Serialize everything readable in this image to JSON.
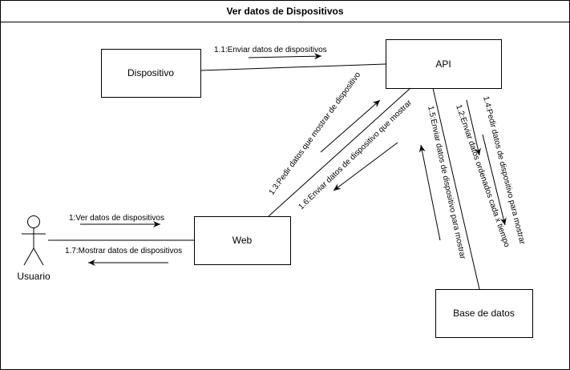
{
  "title": "Ver datos de Dispositivos",
  "nodes": {
    "dispositivo": "Dispositivo",
    "api": "API",
    "web": "Web",
    "base_de_datos": "Base de datos"
  },
  "actor": "Usuario",
  "messages": {
    "m1": "1:Ver datos de dispositivos",
    "m1_1": "1.1:Enviar datos de dispositivos",
    "m1_2": "1.2:Enviar datos ordenados  cada x tiempo",
    "m1_3": "1.3:Pedir datos que mostrar de dispositivo",
    "m1_4": "1.4:Pedir datos de dispositivo para mostrar",
    "m1_5": "1.5:Enviar datos de dispositivo  para mostrar",
    "m1_6": "1.6:Enviar datos de dispositivo que mostrar",
    "m1_7": "1.7:Mostrar datos de dispositivos"
  },
  "colors": {
    "line": "#000000",
    "background": "#ffffff"
  }
}
